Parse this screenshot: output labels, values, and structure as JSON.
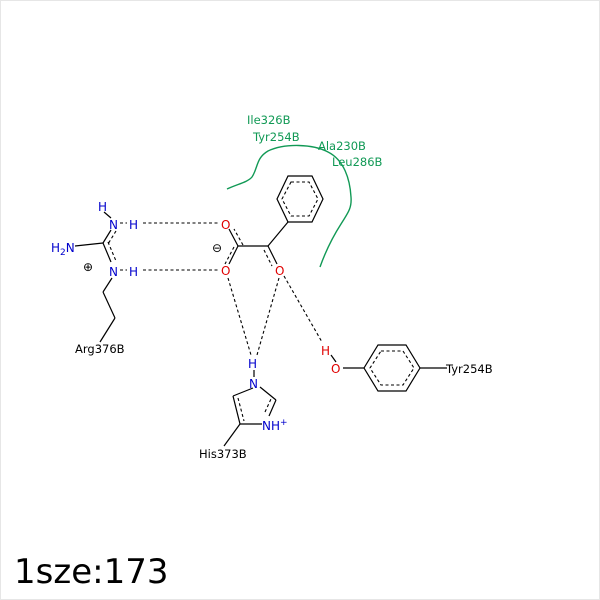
{
  "caption": "1sze:173",
  "colors": {
    "bond": "#000000",
    "nitrogen": "#0000cc",
    "oxygen": "#e00000",
    "hydrophobic": "#119955"
  },
  "hydrophobic_residues": [
    "Ile326B",
    "Tyr254B",
    "Ala230B",
    "Leu286B"
  ],
  "residues": {
    "arg": "Arg376B",
    "his": "His373B",
    "tyr": "Tyr254B"
  },
  "atoms": {
    "h": "H",
    "n": "N",
    "o": "O",
    "h2": "H",
    "h2_sub": "2",
    "nh_plus": "+"
  },
  "charges": {
    "plus": "⊕",
    "minus": "⊖"
  }
}
